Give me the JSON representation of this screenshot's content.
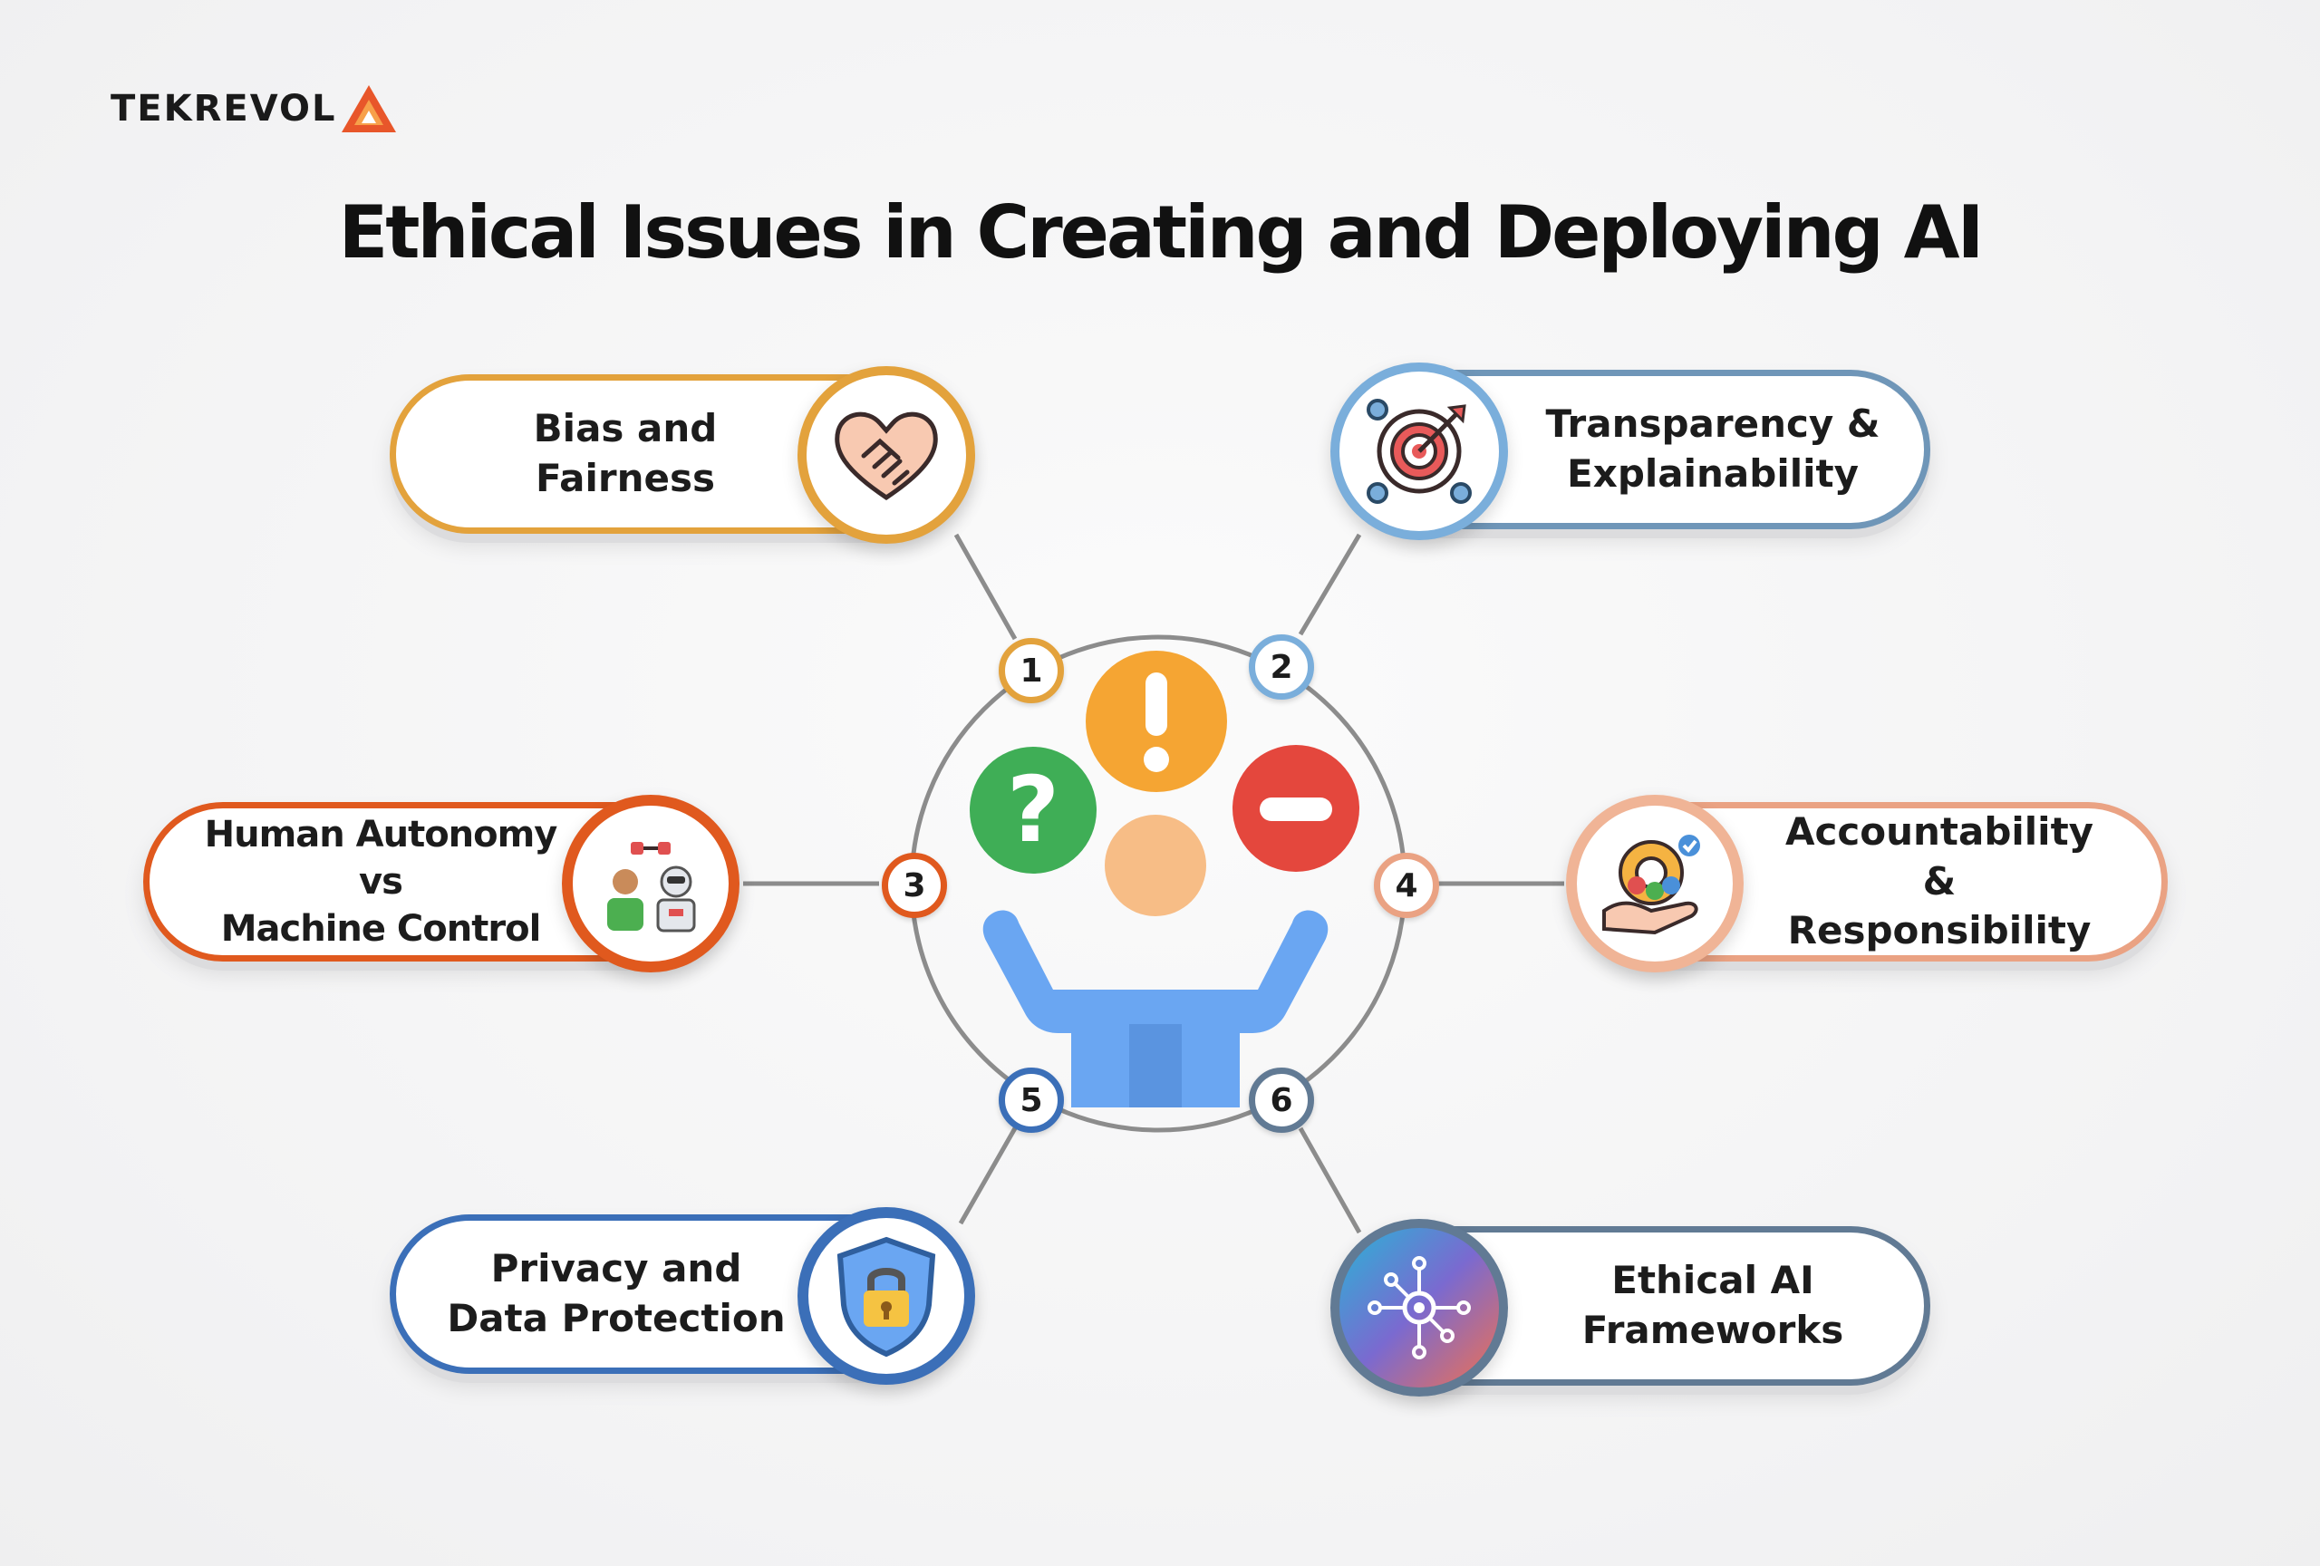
{
  "brand": {
    "name": "TEKREVOL"
  },
  "title": "Ethical Issues in Creating and Deploying AI",
  "colors": {
    "bias": "#e3a23c",
    "transparency": "#7aaedb",
    "autonomy": "#e0591e",
    "accountability": "#eaa283",
    "privacy": "#3b6fb8",
    "frameworks": "#617a94",
    "exclaim": "#f5a533",
    "question": "#3fae56",
    "minus": "#e4473d",
    "person": "#6aa6f2",
    "head": "#f7bd86"
  },
  "items": [
    {
      "number": "1",
      "label": "Bias and\nFairness",
      "icon": "handshake-icon"
    },
    {
      "number": "2",
      "label": "Transparency &\nExplainability",
      "icon": "target-icon"
    },
    {
      "number": "3",
      "label": "Human Autonomy\nvs\nMachine Control",
      "icon": "human-robot-icon"
    },
    {
      "number": "4",
      "label": "Accountability\n&\nResponsibility",
      "icon": "gear-hand-icon"
    },
    {
      "number": "5",
      "label": "Privacy and\nData Protection",
      "icon": "shield-lock-icon"
    },
    {
      "number": "6",
      "label": "Ethical AI\nFrameworks",
      "icon": "network-icon"
    }
  ],
  "center": {
    "icon": "person-question-icon"
  }
}
